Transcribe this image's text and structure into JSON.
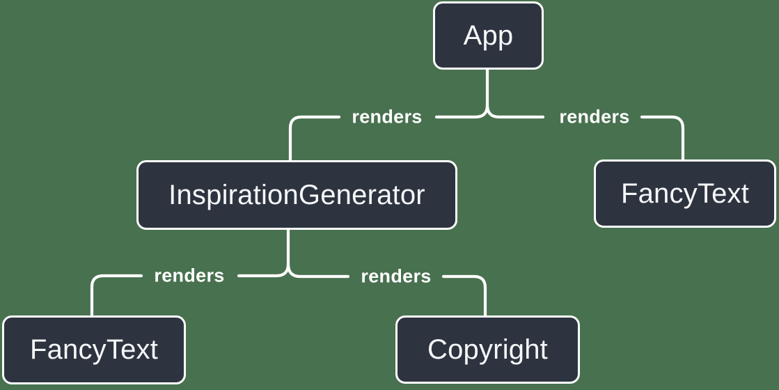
{
  "diagram": {
    "colors": {
      "background": "#48714F",
      "node_fill": "#2D3440",
      "node_border": "#FFFFFF",
      "node_text": "#F6F7F9",
      "edge_line": "#FFFFFF",
      "edge_label_text": "#FFFFFF"
    },
    "nodes": [
      {
        "id": "app",
        "label": "App"
      },
      {
        "id": "inspiration-generator",
        "label": "InspirationGenerator"
      },
      {
        "id": "fancy-text-top-right",
        "label": "FancyText"
      },
      {
        "id": "fancy-text-bottom-left",
        "label": "FancyText"
      },
      {
        "id": "copyright",
        "label": "Copyright"
      }
    ],
    "edges": [
      {
        "from": "App",
        "to": "InspirationGenerator",
        "label": "renders"
      },
      {
        "from": "App",
        "to": "FancyText",
        "label": "renders"
      },
      {
        "from": "InspirationGenerator",
        "to": "FancyText",
        "label": "renders"
      },
      {
        "from": "InspirationGenerator",
        "to": "Copyright",
        "label": "renders"
      }
    ]
  }
}
